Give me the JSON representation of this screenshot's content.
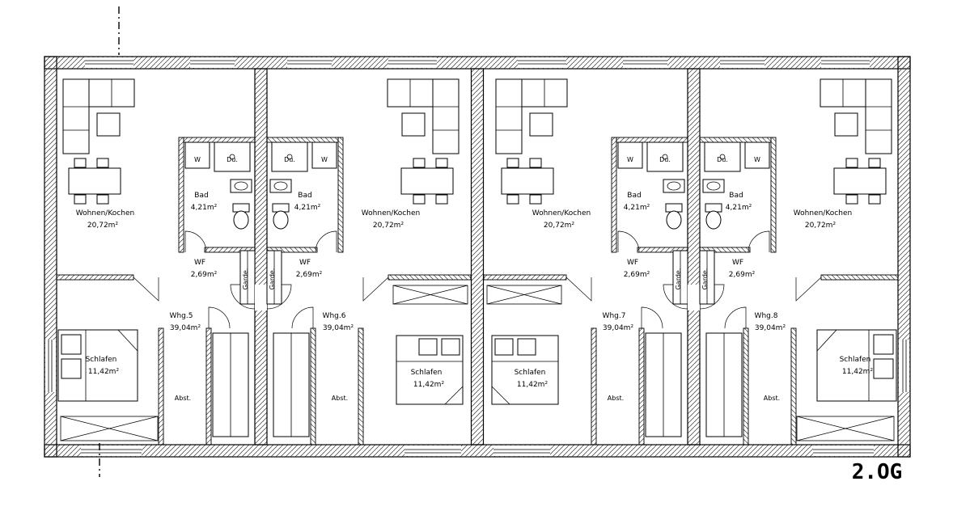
{
  "floor_label": "2.OG",
  "units": [
    {
      "label": "Whg.5",
      "area": "39,04m²",
      "living": "Wohnen/Kochen",
      "living_area": "20,72m²",
      "bath": "Bad",
      "bath_area": "4,21m²",
      "hall": "WF",
      "hall_area": "2,69m²",
      "bed": "Schlafen",
      "bed_area": "11,42m²",
      "storage": "Abst.",
      "wardrobe": "Garde.",
      "washer": "W",
      "shower": "Du."
    },
    {
      "label": "Whg.6",
      "area": "39,04m²",
      "living": "Wohnen/Kochen",
      "living_area": "20,72m²",
      "bath": "Bad",
      "bath_area": "4,21m²",
      "hall": "WF",
      "hall_area": "2,69m²",
      "bed": "Schlafen",
      "bed_area": "11,42m²",
      "storage": "Abst.",
      "wardrobe": "Garde.",
      "washer": "W",
      "shower": "Du."
    },
    {
      "label": "Whg.7",
      "area": "39,04m²",
      "living": "Wohnen/Kochen",
      "living_area": "20,72m²",
      "bath": "Bad",
      "bath_area": "4,21m²",
      "hall": "WF",
      "hall_area": "2,69m²",
      "bed": "Schlafen",
      "bed_area": "11,42m²",
      "storage": "Abst.",
      "wardrobe": "Garde.",
      "washer": "W",
      "shower": "Du."
    },
    {
      "label": "Whg.8",
      "area": "39,04m²",
      "living": "Wohnen/Kochen",
      "living_area": "20,72m²",
      "bath": "Bad",
      "bath_area": "4,21m²",
      "hall": "WF",
      "hall_area": "2,69m²",
      "bed": "Schlafen",
      "bed_area": "11,42m²",
      "storage": "Abst.",
      "wardrobe": "Garde.",
      "washer": "W",
      "shower": "Du."
    }
  ]
}
